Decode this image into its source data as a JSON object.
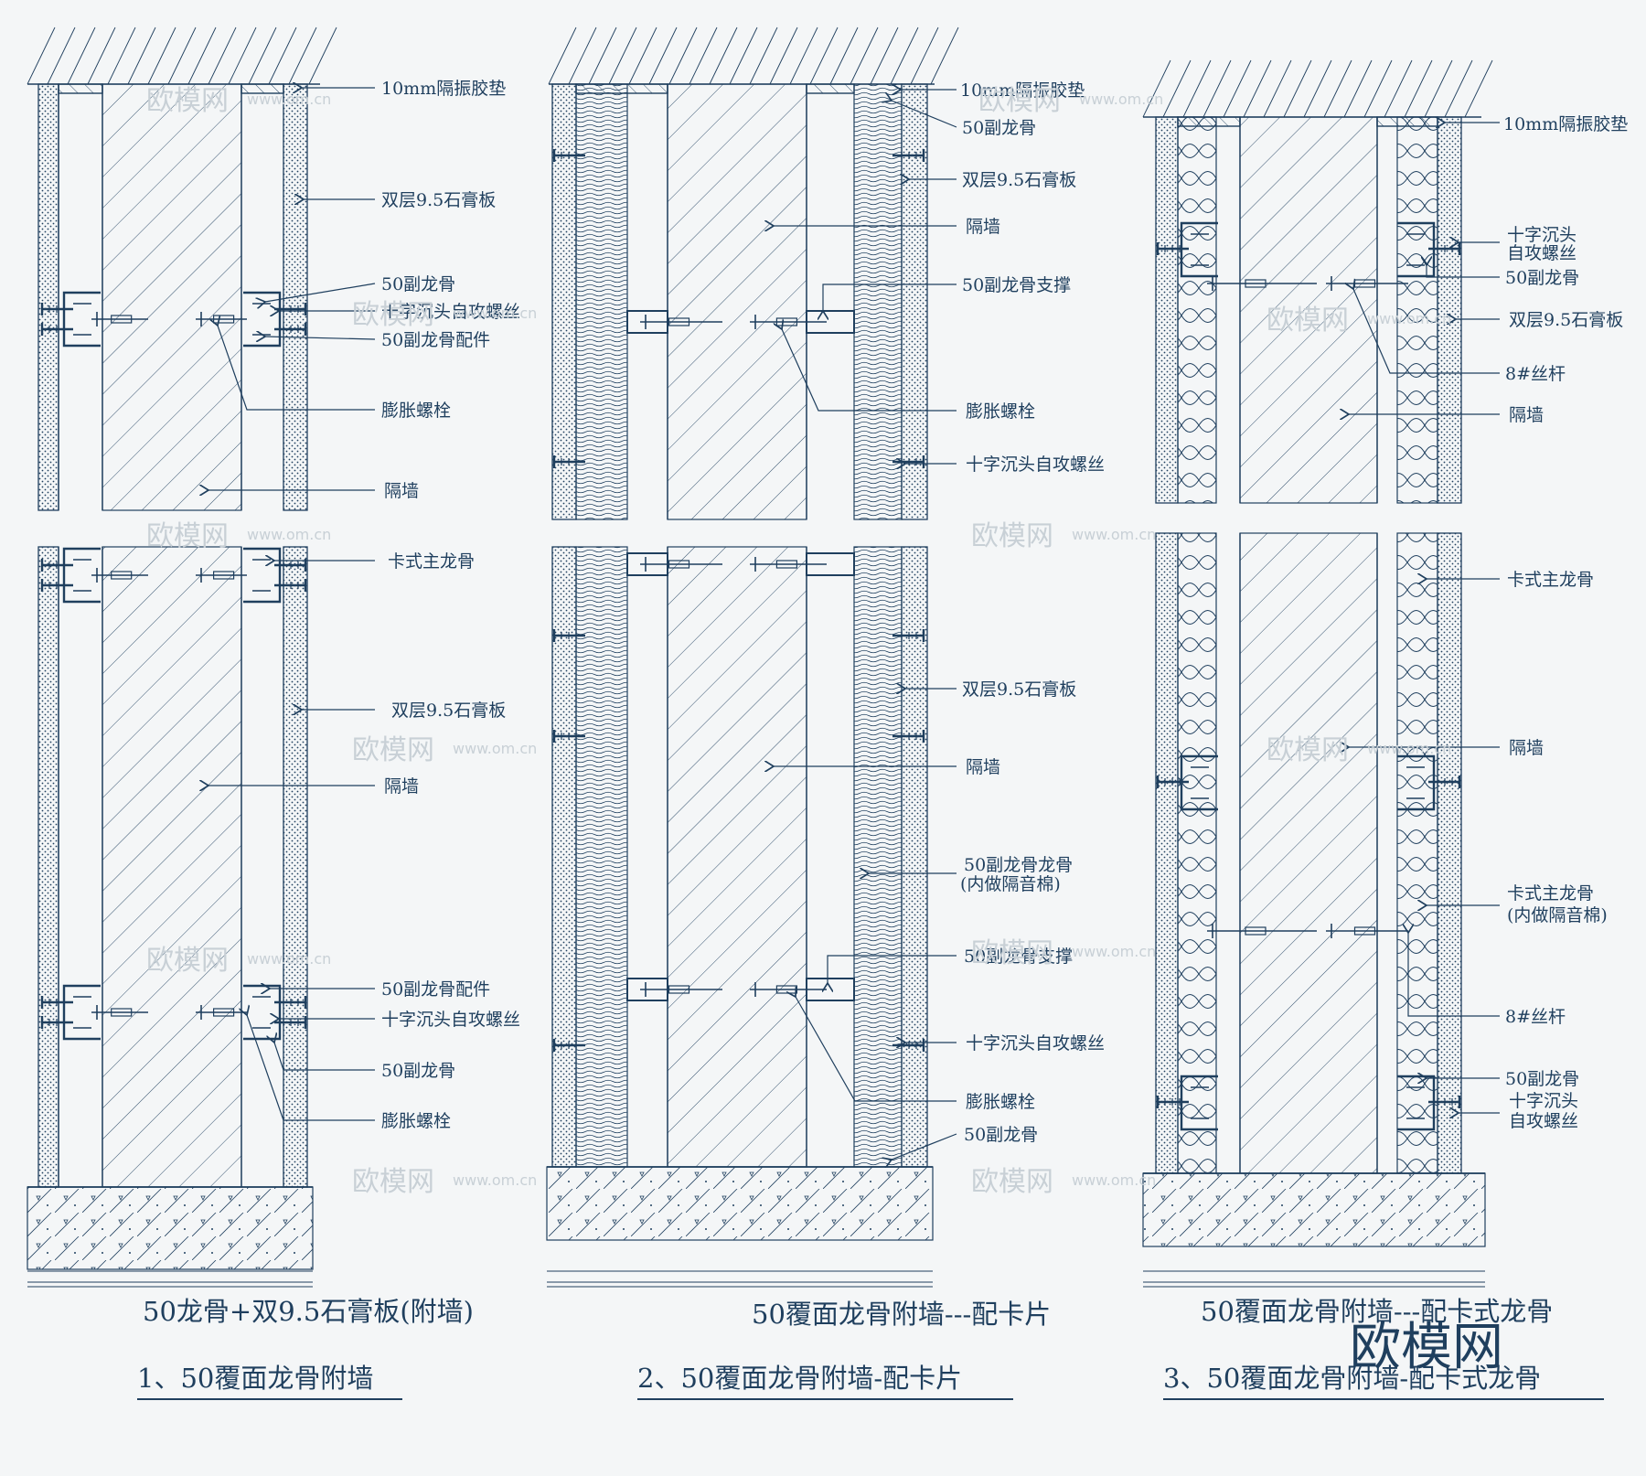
{
  "watermark": {
    "text": "欧模网",
    "url": "www.om.cn"
  },
  "logo": "欧模网",
  "detail1": {
    "top_labels": [
      "10mm隔振胶垫",
      "双层9.5石膏板",
      "50副龙骨",
      "十字沉头自攻螺丝",
      "50副龙骨配件",
      "膨胀螺栓",
      "隔墙"
    ],
    "bottom_labels": [
      "卡式主龙骨",
      "双层9.5石膏板",
      "隔墙",
      "50副龙骨配件",
      "十字沉头自攻螺丝",
      "50副龙骨",
      "膨胀螺栓"
    ],
    "subtitle": "50龙骨+双9.5石膏板(附墙)",
    "title": "1、50覆面龙骨附墙"
  },
  "detail2": {
    "top_labels": [
      "10mm隔振胶垫",
      "50副龙骨",
      "双层9.5石膏板",
      "隔墙",
      "50副龙骨支撑",
      "膨胀螺栓",
      "十字沉头自攻螺丝"
    ],
    "bottom_labels": [
      "双层9.5石膏板",
      "隔墙",
      "50副龙骨龙骨",
      "(内做隔音棉)",
      "50副龙骨支撑",
      "十字沉头自攻螺丝",
      "膨胀螺栓",
      "50副龙骨"
    ],
    "subtitle": "50覆面龙骨附墙---配卡片",
    "title": "2、50覆面龙骨附墙-配卡片"
  },
  "detail3": {
    "top_labels": [
      "10mm隔振胶垫",
      "十字沉头",
      "自攻螺丝",
      "50副龙骨",
      "双层9.5石膏板",
      "8#丝杆",
      "隔墙"
    ],
    "bottom_labels": [
      "卡式主龙骨",
      "隔墙",
      "卡式主龙骨",
      "(内做隔音棉)",
      "8#丝杆",
      "50副龙骨",
      "十字沉头",
      "自攻螺丝"
    ],
    "subtitle": "50覆面龙骨附墙---配卡式龙骨",
    "title": "3、50覆面龙骨附墙-配卡式龙骨"
  },
  "colors": {
    "ink": "#1f3f5e",
    "paper": "#f4f6f7",
    "watermark": "#c8d0d6"
  }
}
